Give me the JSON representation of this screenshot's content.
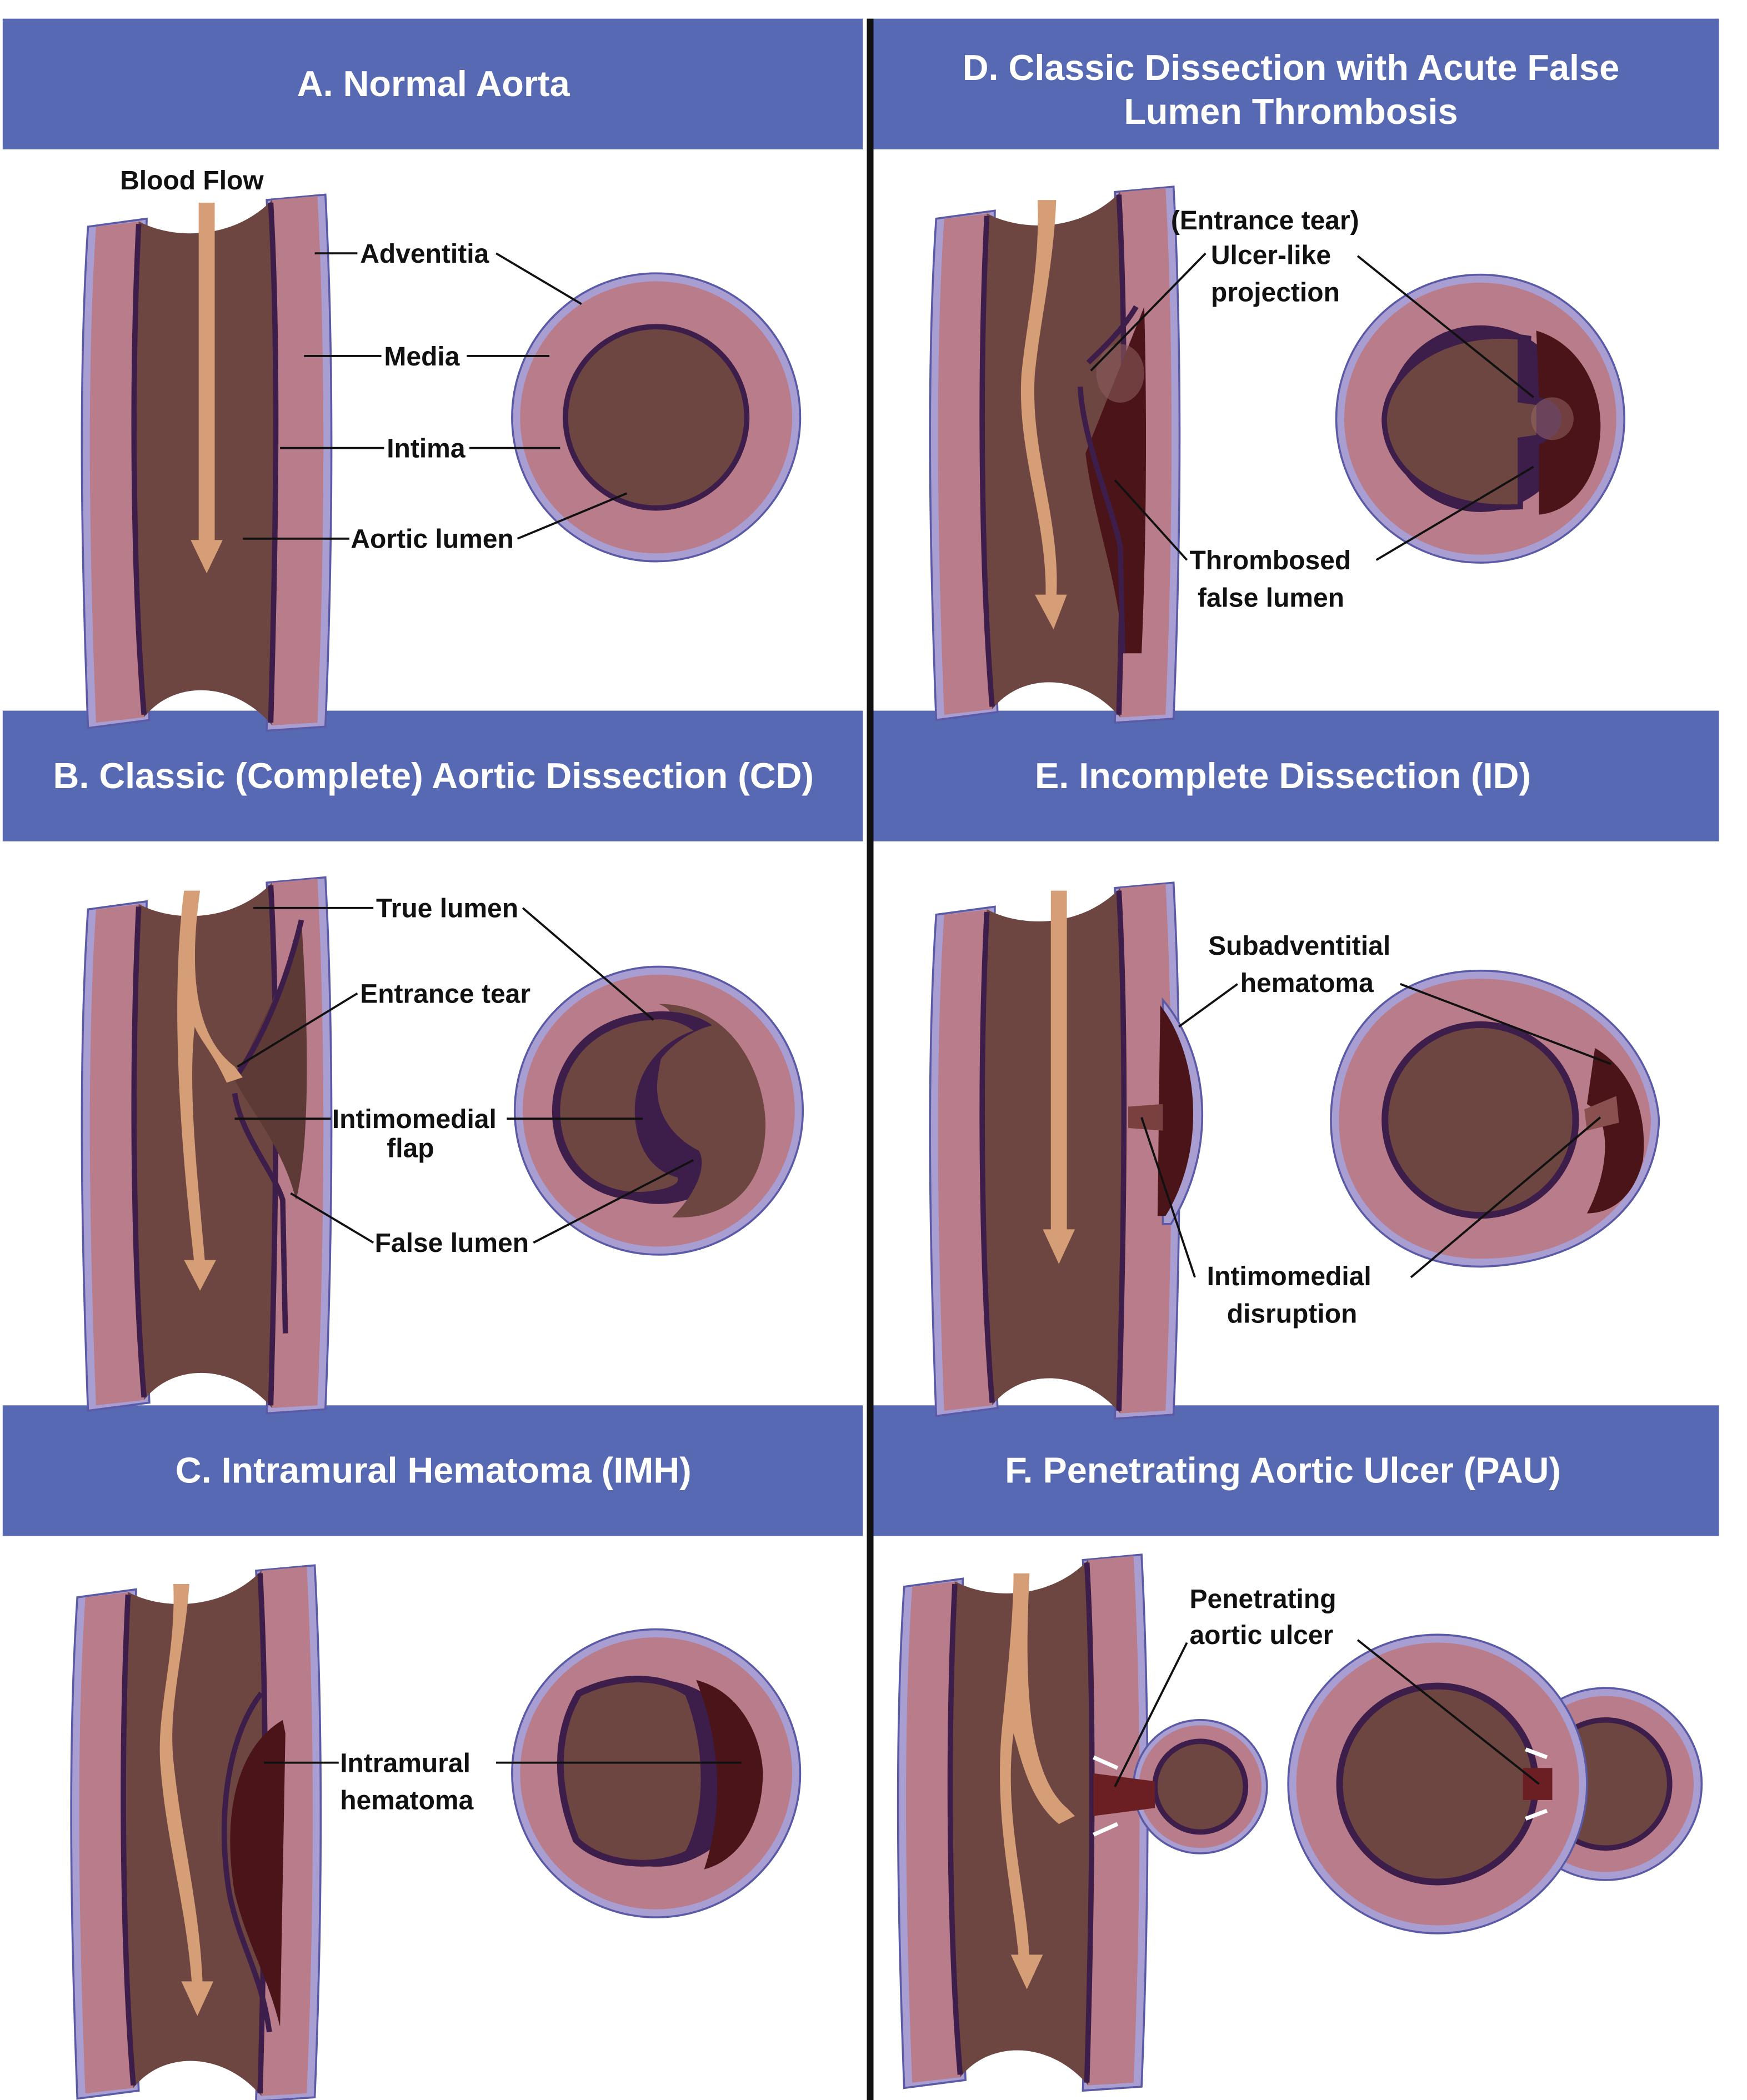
{
  "figure": {
    "colors": {
      "header": "#5869b3",
      "header_text": "#ffffff",
      "adventitia": "#a99ed2",
      "media": "#b97c8a",
      "intima": "#3d1d4a",
      "lumen": "#6d4641",
      "thrombus": "#4a1418",
      "blood_flow_arrow": "#d59e76",
      "divider": "#111111"
    },
    "panels": {
      "a": {
        "title": "A. Normal Aorta",
        "labels": {
          "blood_flow": "Blood Flow",
          "adventitia": "Adventitia",
          "media": "Media",
          "intima": "Intima",
          "aortic_lumen": "Aortic lumen"
        }
      },
      "b": {
        "title": "B. Classic (Complete) Aortic Dissection (CD)",
        "labels": {
          "true_lumen": "True lumen",
          "entrance_tear": "Entrance tear",
          "intimomedial_flap_1": "Intimomedial",
          "intimomedial_flap_2": "flap",
          "false_lumen": "False lumen"
        }
      },
      "c": {
        "title": "C. Intramural Hematoma (IMH)",
        "labels": {
          "intramural_hematoma_1": "Intramural",
          "intramural_hematoma_2": "hematoma"
        }
      },
      "d": {
        "title_line1": "D. Classic Dissection with Acute False",
        "title_line2": "Lumen Thrombosis",
        "labels": {
          "entrance_tear": "(Entrance tear)",
          "ulcer_like_1": "Ulcer-like",
          "ulcer_like_2": "projection",
          "thrombosed_1": "Thrombosed",
          "thrombosed_2": "false lumen"
        }
      },
      "e": {
        "title": "E. Incomplete Dissection (ID)",
        "labels": {
          "subadventitial_1": "Subadventitial",
          "subadventitial_2": "hematoma",
          "disruption_1": "Intimomedial",
          "disruption_2": "disruption"
        }
      },
      "f": {
        "title": "F. Penetrating Aortic Ulcer (PAU)",
        "labels": {
          "pau_1": "Penetrating",
          "pau_2": "aortic ulcer"
        }
      }
    }
  }
}
